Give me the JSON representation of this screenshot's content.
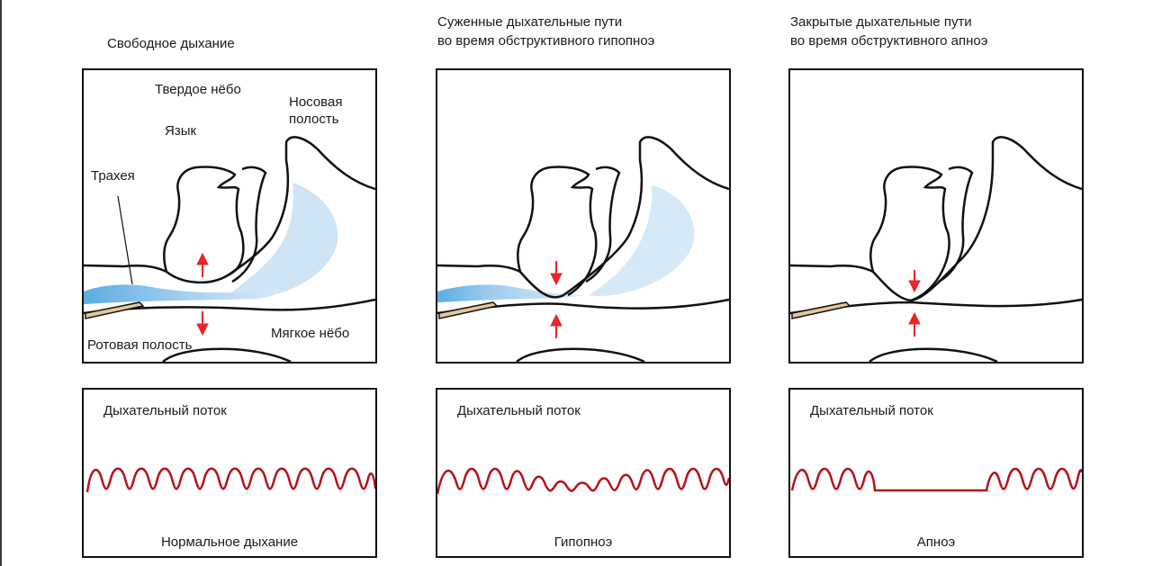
{
  "columns": [
    {
      "title": "Свободное дыхание",
      "labels": {
        "hard_palate": "Твердое нёбо",
        "nasal_cavity": "Носовая\nполость",
        "tongue": "Язык",
        "trachea": "Трахея",
        "oral_cavity": "Ротовая полость",
        "soft_palate": "Мягкое нёбо"
      },
      "flow_title": "Дыхательный поток",
      "flow_caption": "Нормальное дыхание"
    },
    {
      "title": "Суженные дыхательные пути\nво время обструктивного гипопноэ",
      "flow_title": "Дыхательный поток",
      "flow_caption": "Гипопноэ"
    },
    {
      "title": "Закрытые дыхательные пути\nво время обструктивного апноэ",
      "flow_title": "Дыхательный поток",
      "flow_caption": "Апноэ"
    }
  ],
  "colors": {
    "outline": "#111111",
    "airflow_light": "#cfe4f5",
    "airflow_dark": "#5aaee3",
    "arrow": "#e8252a",
    "wave": "#b5121b",
    "trachea_fill": "#e0c89a"
  }
}
